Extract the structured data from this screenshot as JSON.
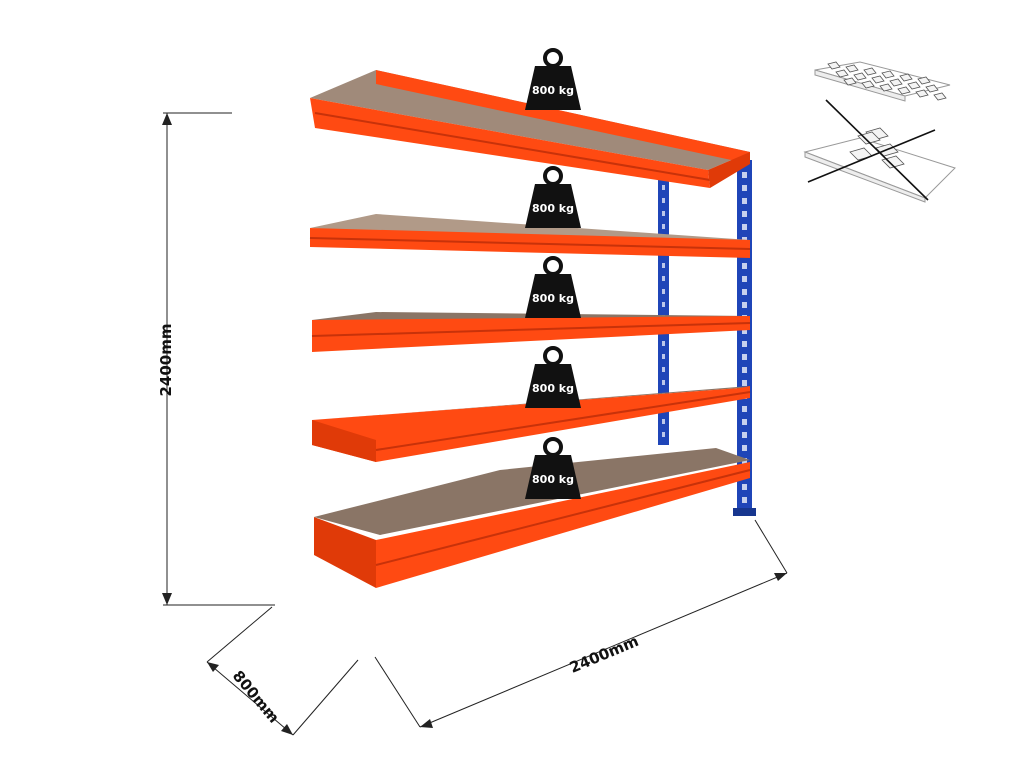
{
  "colors": {
    "shelf_orange": "#ff4a12",
    "shelf_orange_dark": "#e03a08",
    "shelf_top": "#a08a7a",
    "board": "#8a7566",
    "upright_blue": "#1f45b8",
    "weight_black": "#111111",
    "dim_line": "#222222"
  },
  "dimensions": {
    "height_label": "2400mm",
    "width_label": "2400mm",
    "depth_label": "800mm"
  },
  "shelves": [
    {
      "level": 1,
      "load_label": "800 kg"
    },
    {
      "level": 2,
      "load_label": "800 kg"
    },
    {
      "level": 3,
      "load_label": "800 kg"
    },
    {
      "level": 4,
      "load_label": "800 kg"
    },
    {
      "level": 5,
      "load_label": "800 kg"
    }
  ],
  "icons": {
    "weight": "weight-icon",
    "correct_load": "distributed-load-icon",
    "incorrect_load": "point-load-crossed-icon"
  }
}
